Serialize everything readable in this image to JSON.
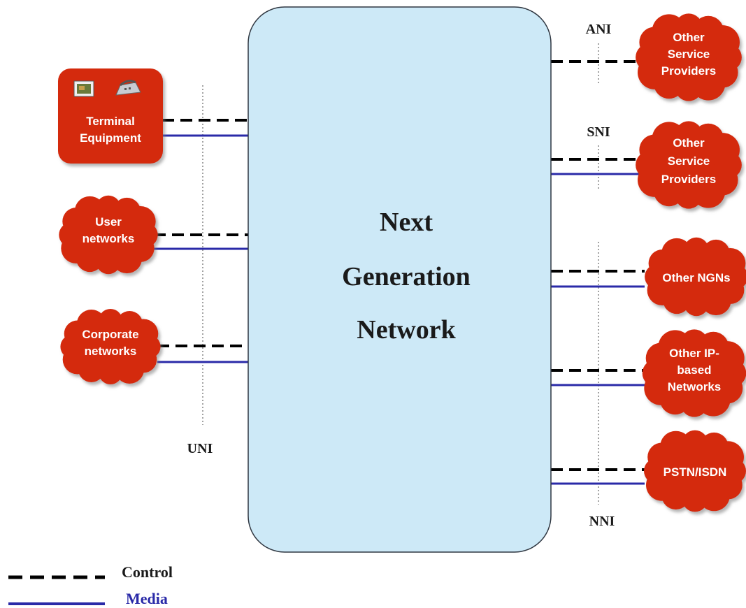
{
  "center": {
    "lines": [
      "Next",
      "Generation",
      "Network"
    ]
  },
  "left_nodes": {
    "terminal": {
      "lines": [
        "Terminal",
        "Equipment"
      ],
      "icons": [
        "tv-icon",
        "phone-icon"
      ]
    },
    "user": {
      "lines": [
        "User",
        "networks"
      ]
    },
    "corporate": {
      "lines": [
        "Corporate",
        "networks"
      ]
    }
  },
  "right_nodes": {
    "osp_ani": {
      "lines": [
        "Other",
        "Service",
        "Providers"
      ]
    },
    "osp_sni": {
      "lines": [
        "Other",
        "Service",
        "Providers"
      ]
    },
    "ngn": {
      "lines": [
        "Other NGNs"
      ]
    },
    "ip": {
      "lines": [
        "Other IP-",
        "based",
        "Networks"
      ]
    },
    "pstn": {
      "lines": [
        "PSTN/ISDN"
      ]
    }
  },
  "interfaces": {
    "uni": "UNI",
    "ani": "ANI",
    "sni": "SNI",
    "nni": "NNI"
  },
  "legend": {
    "control": "Control",
    "media": "Media"
  },
  "colors": {
    "center_fill": "#cde9f7",
    "node_fill": "#d42a0c",
    "control_line": "#000000",
    "media_line": "#2a2aa8"
  }
}
